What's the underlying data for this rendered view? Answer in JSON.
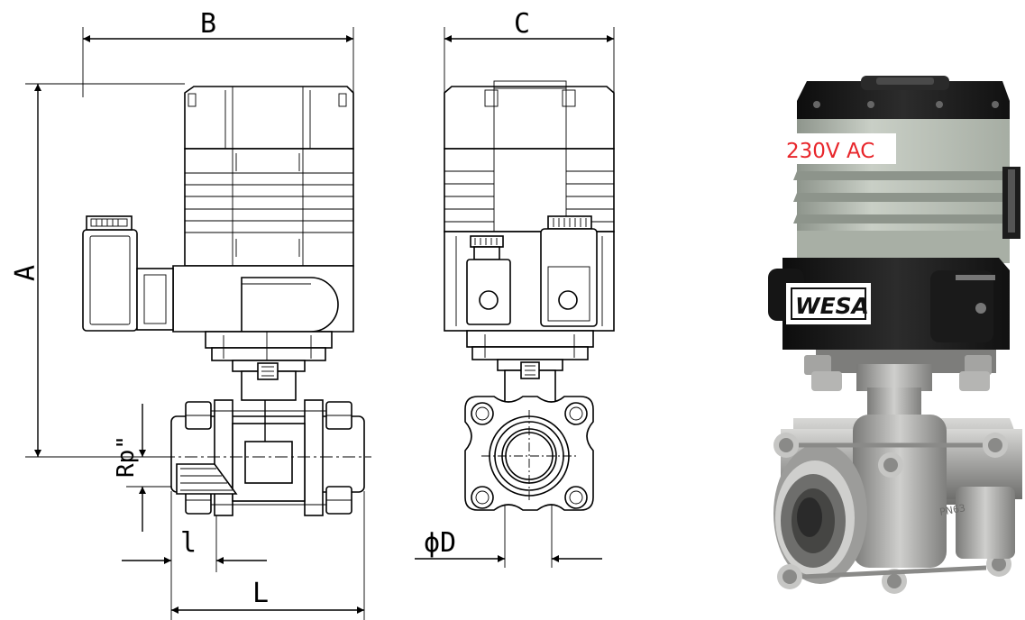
{
  "dimensions": {
    "A": "A",
    "B": "B",
    "C": "C",
    "D": "ϕD",
    "L": "L",
    "l": "l",
    "Rp": "Rp\""
  },
  "photo": {
    "voltage_label": "230V AC",
    "brand_label": "WESA",
    "body_marking": "PN63"
  },
  "colors": {
    "line": "#000000",
    "voltage_text": "#e8262b",
    "housing_black": "#1a1a1a",
    "housing_grey": "#b8bfb6",
    "steel": "#9a9a98"
  }
}
